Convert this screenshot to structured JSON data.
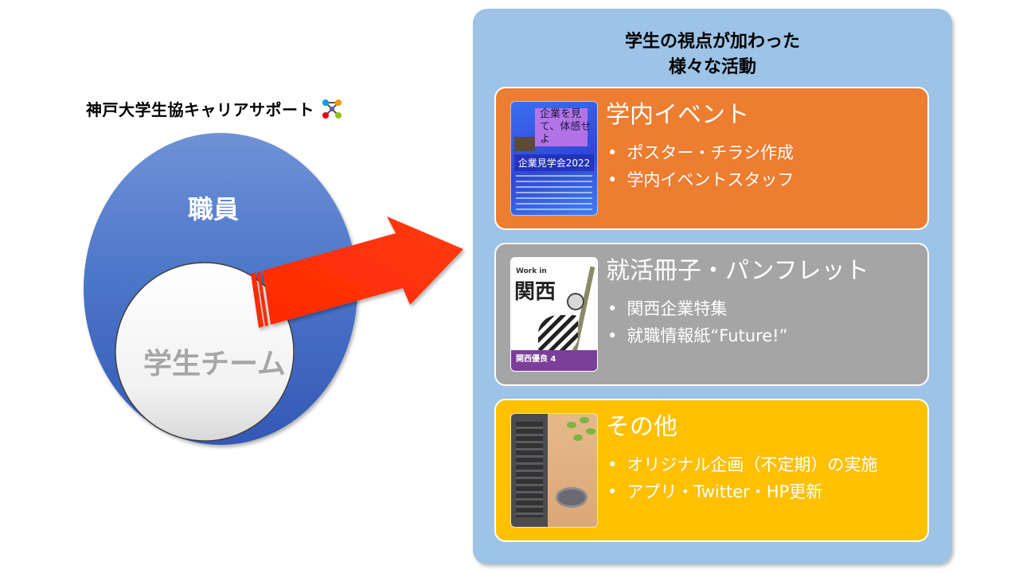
{
  "left": {
    "org_name": "神戸大学生協キャリアサポート",
    "staff_label": "職員",
    "student_label": "学生チーム"
  },
  "panel": {
    "title_line1": "学生の視点が加わった",
    "title_line2": "様々な活動",
    "cards": [
      {
        "title": "学内イベント",
        "items": [
          "ポスター・チラシ作成",
          "学内イベントスタッフ"
        ],
        "thumb": {
          "headline": "企業を見て、体感せよ",
          "event_name": "企業見学会2022"
        }
      },
      {
        "title": "就活冊子・パンフレット",
        "items": [
          "関西企業特集",
          "就職情報紙“Future!”"
        ],
        "thumb": {
          "work_in": "Work in",
          "kansai": "関西",
          "band_text": "関西優良 4"
        }
      },
      {
        "title": "その他",
        "items": [
          "オリジナル企画（不定期）の実施",
          "アプリ・Twitter・HP更新"
        ]
      }
    ]
  },
  "colors": {
    "panel": "#9dc3e6",
    "events_card": "#ed7d31",
    "booklets_card": "#a5a5a5",
    "other_card": "#ffc000",
    "staff_oval": "#4472c4",
    "arrow": "#ff3300"
  }
}
